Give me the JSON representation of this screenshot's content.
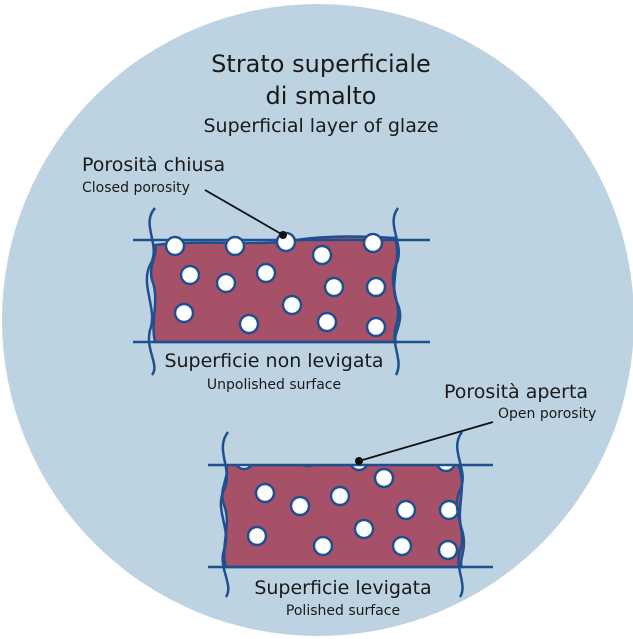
{
  "title": {
    "line1": "Strato superficiale",
    "line2": "di smalto",
    "subtitle": "Superficial layer of glaze"
  },
  "closed_porosity": {
    "label_it": "Porosità chiusa",
    "label_en": "Closed porosity"
  },
  "unpolished": {
    "label_it": "Superficie non levigata",
    "label_en": "Unpolished surface"
  },
  "open_porosity": {
    "label_it": "Porosità aperta",
    "label_en": "Open porosity"
  },
  "polished": {
    "label_it": "Superficie levigata",
    "label_en": "Polished surface"
  },
  "colors": {
    "background_circle": "#bdd3e2",
    "glaze_fill": "#a65168",
    "outline": "#1f4f8f",
    "pore": "#ffffff"
  }
}
